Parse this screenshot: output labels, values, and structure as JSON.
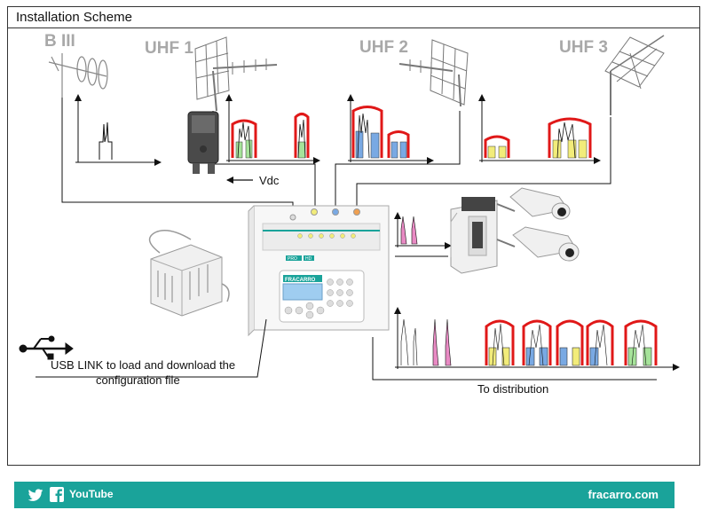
{
  "title": "Installation Scheme",
  "antennas": {
    "b3": "B III",
    "uhf1": "UHF 1",
    "uhf2": "UHF 2",
    "uhf3": "UHF 3"
  },
  "labels": {
    "vdc": "Vdc",
    "usb_line1": "USB LINK to load and download the",
    "usb_line2": "configuration file",
    "distribution": "To distribution"
  },
  "device": {
    "brand": "FRACARRO",
    "model_tag": "PRO",
    "model_tag2": "HD"
  },
  "footer": {
    "website": "fracarro.com",
    "youtube": "YouTube",
    "icons": [
      "twitter-icon",
      "facebook-icon",
      "youtube-icon"
    ]
  },
  "colors": {
    "accent": "#1aa39a",
    "envelope": "#e01818",
    "green": "#a6e39a",
    "blue": "#79a9e3",
    "yellow": "#f2ec7a",
    "pink": "#e98ac4"
  }
}
